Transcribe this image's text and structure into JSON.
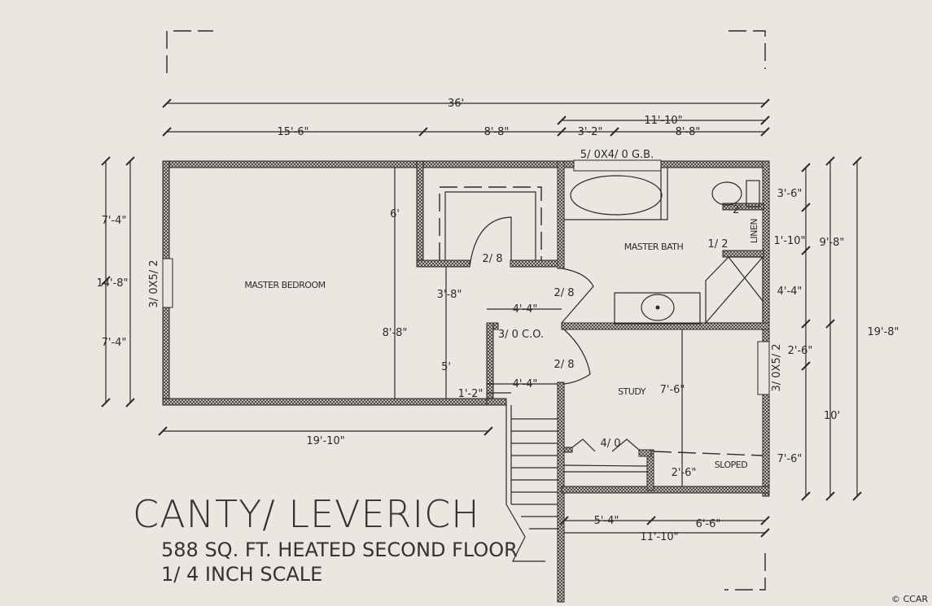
{
  "title": {
    "name": "CANTY/ LEVERICH",
    "subtitle": "588 SQ. FT. HEATED SECOND FLOOR",
    "scale": "1/ 4 INCH SCALE"
  },
  "watermark": "© CCAR",
  "rooms": {
    "master_bedroom": "MASTER BEDROOM",
    "master_bath": "MASTER BATH",
    "study": "STUDY",
    "linen": "LINEN",
    "sloped": "SLOPED"
  },
  "openings": {
    "window_top": "5/ 0X4/ 0 G.B.",
    "window_left": "3/ 0X5/ 2",
    "window_right": "3/ 0X5/ 2",
    "closet_door": "2/ 8",
    "bath_door": "2/ 8",
    "study_door": "2/ 8",
    "hall_closet": "3/ 0 C.O.",
    "study_closet": "4/ 0",
    "linen_door": "1/ 2"
  },
  "dimensions": {
    "overall_width": "36'",
    "bath_width": "11'-10\"",
    "bedroom_width": "15'-6\"",
    "closet_width": "8'-8\"",
    "bath_a": "3'-2\"",
    "bath_b": "8'-8\"",
    "left_total": "14'-8\"",
    "left_top": "7'-4\"",
    "left_bottom": "7'-4\"",
    "closet_depth": "6'",
    "hall_a": "3'-8\"",
    "hall_b": "8'-8\"",
    "hall_c": "5'",
    "hall_w1": "4'-4\"",
    "hall_w2": "4'-4\"",
    "hall_small": "1'-2\"",
    "bedroom_bottom": "19'-10\"",
    "right_a": "3'-6\"",
    "right_b": "1'-10\"",
    "right_c": "4'-4\"",
    "right_d": "2'-6\"",
    "right_e": "7'-6\"",
    "right_f": "9'-8\"",
    "right_g": "10'",
    "right_total": "19'-8\"",
    "linen_w": "2'",
    "study_h": "7'-6\"",
    "study_sloped": "2'-6\"",
    "study_bottom_a": "5'-4\"",
    "study_bottom_b": "6'-6\"",
    "study_bottom_total": "11'-10\""
  }
}
